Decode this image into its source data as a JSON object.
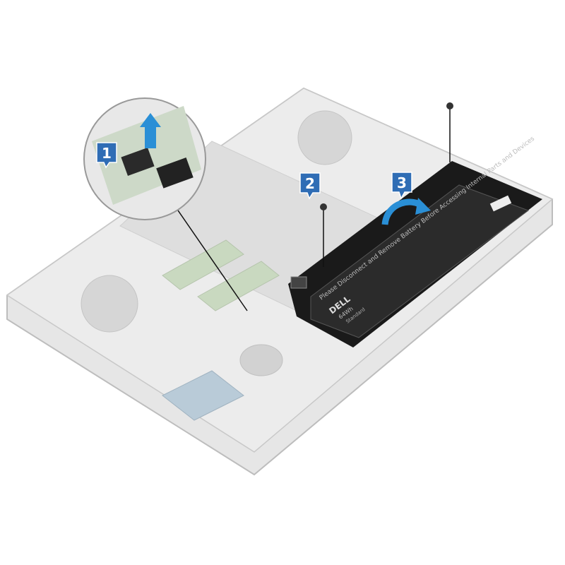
{
  "callouts": [
    {
      "label": "1"
    },
    {
      "label": "2"
    },
    {
      "label": "3"
    }
  ],
  "battery": {
    "warning": "Please Disconnect and Remove Battery Before Accessing Internal Parts and Devices",
    "brand": "DELL",
    "capacity": "64Wh",
    "type": "Standard"
  },
  "colors": {
    "callout": "#2f6db5",
    "arrow": "#2a8fd6",
    "battery": "#1a1a1a",
    "chassis": "#e4e4e4"
  }
}
